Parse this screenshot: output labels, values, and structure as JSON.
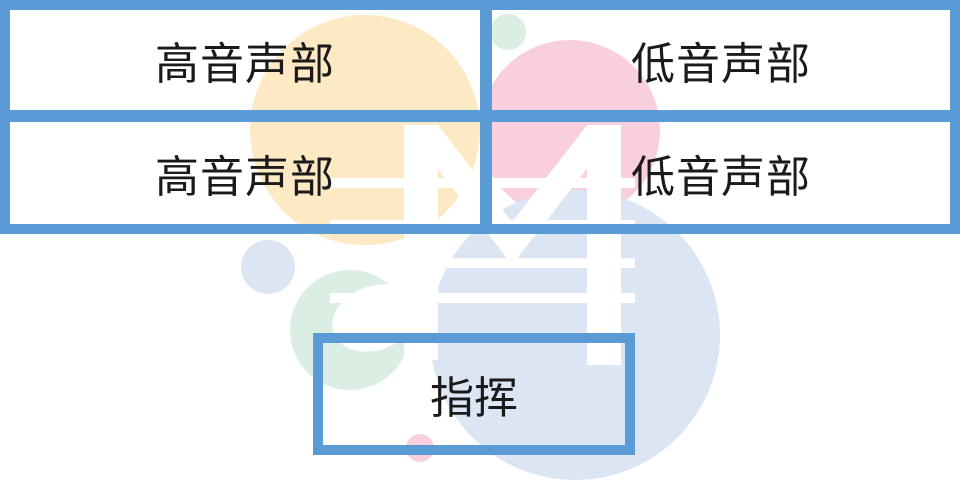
{
  "voices": {
    "top_left": "高音声部",
    "top_right": "低音声部",
    "bottom_left": "高音声部",
    "bottom_right": "低音声部"
  },
  "conductor": "指挥",
  "colors": {
    "border": "#5b9bd5",
    "watermark_yellow": "#fde9c4",
    "watermark_pink": "#f9cfdd",
    "watermark_blue": "#dce5f3",
    "watermark_green": "#dbeee4"
  },
  "watermark": {
    "icon": "music-note-logo-icon"
  }
}
